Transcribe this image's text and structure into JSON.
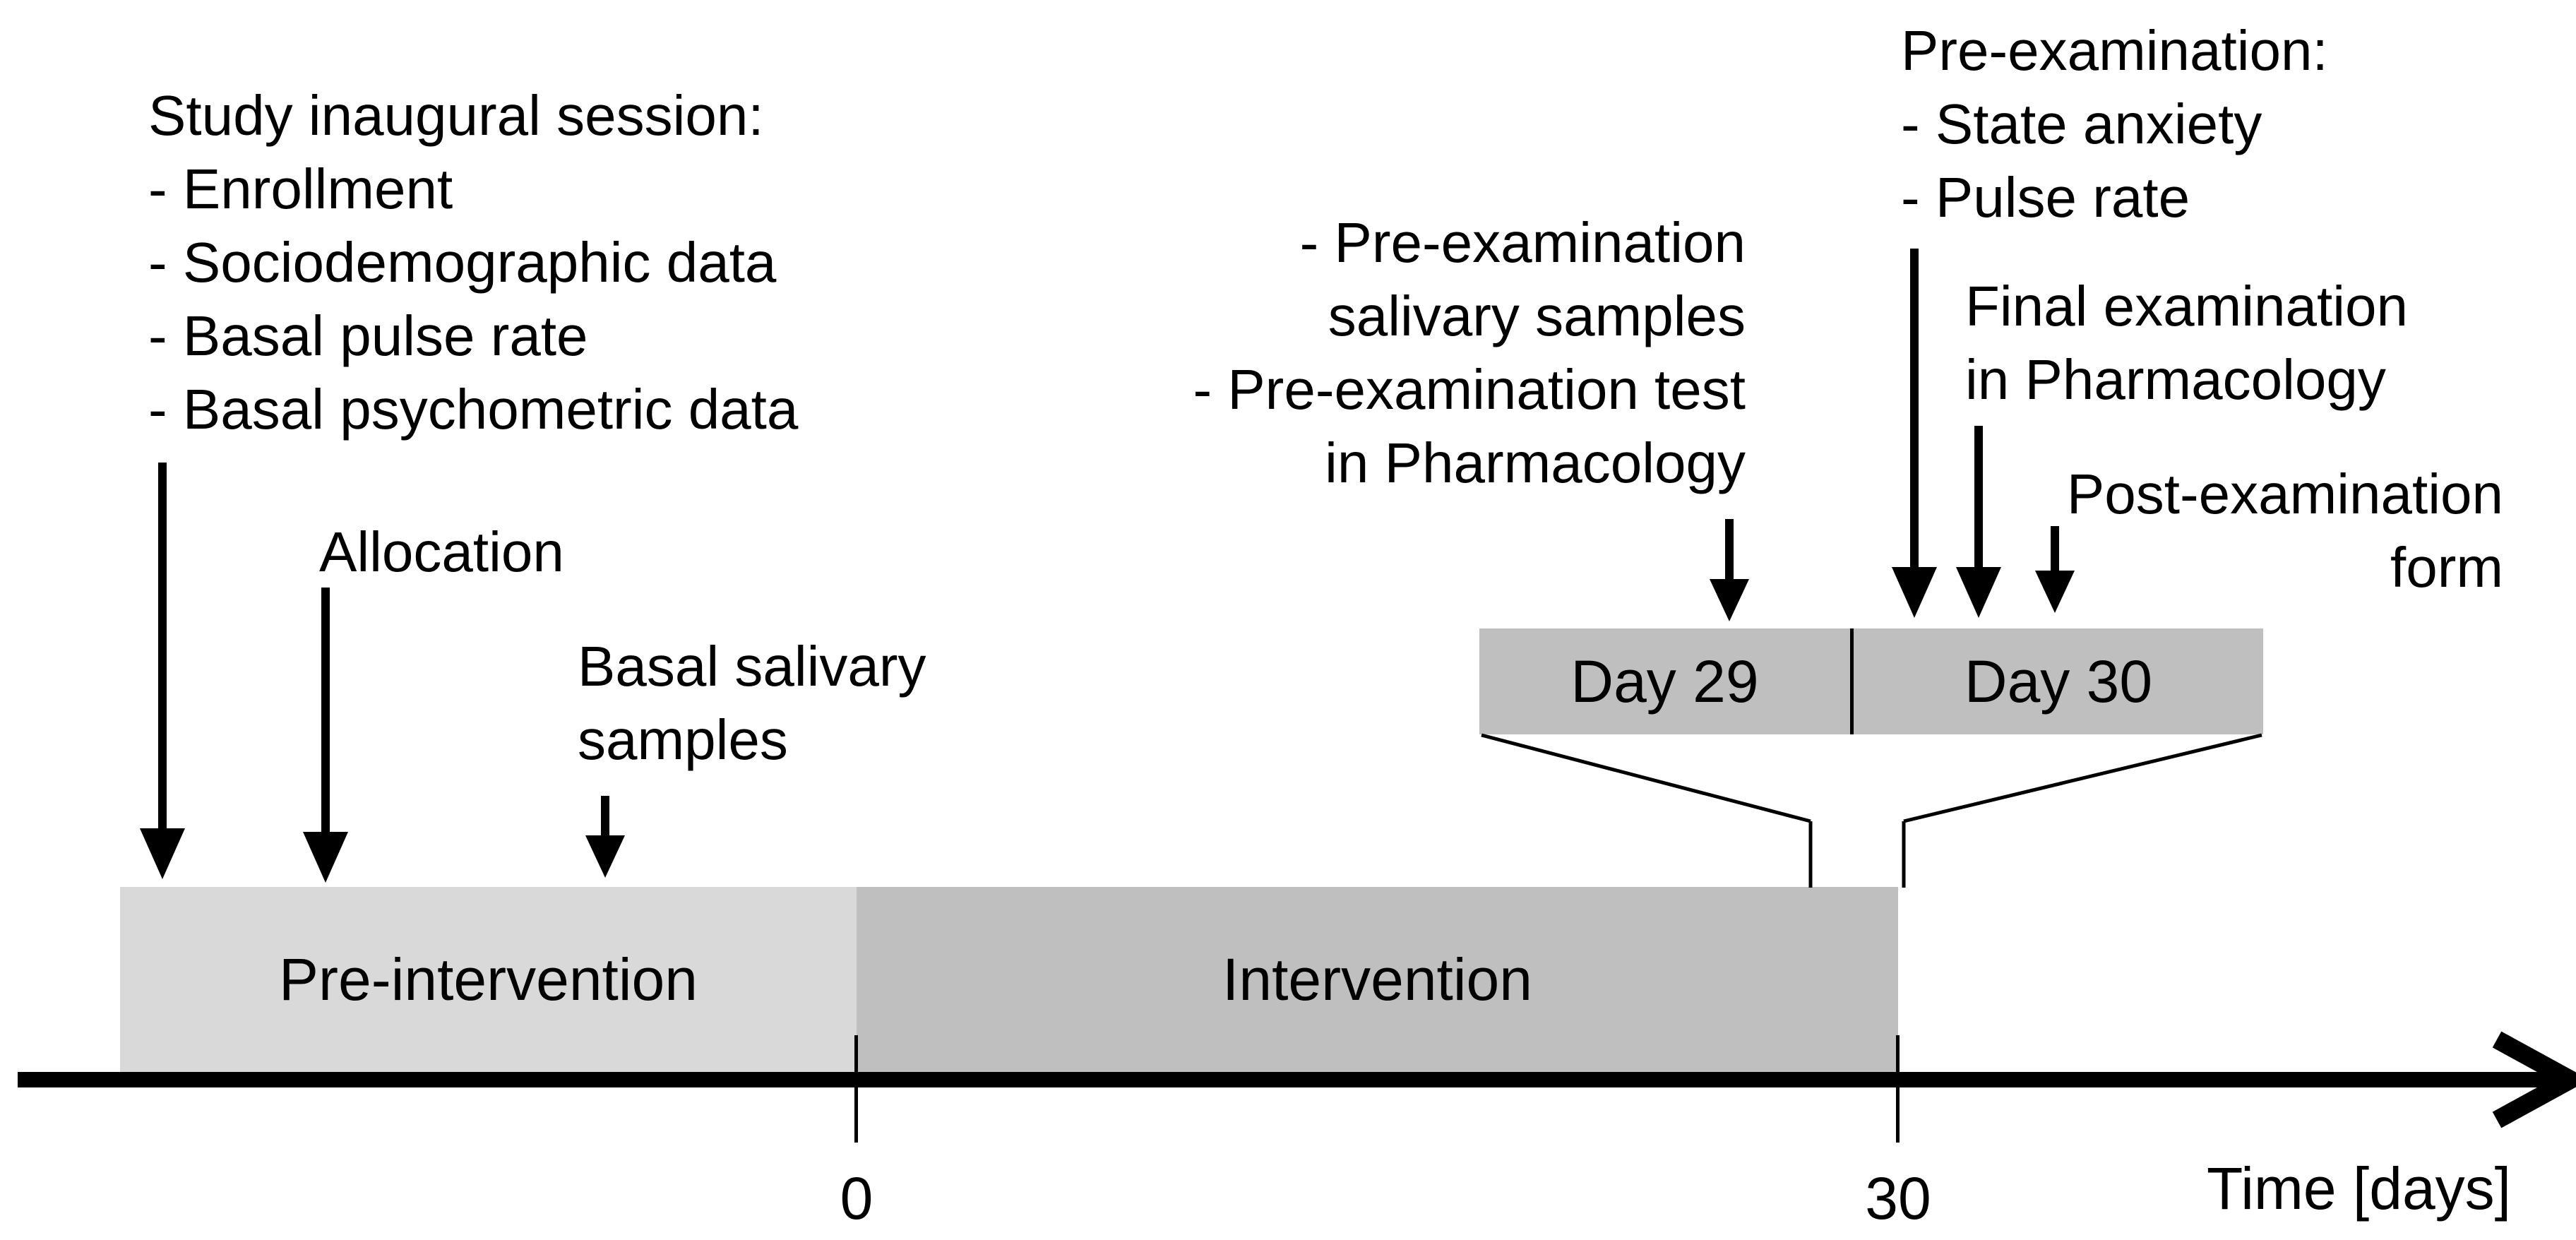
{
  "colors": {
    "pre_intervention_fill": "#d9d9d9",
    "intervention_fill": "#bfbfbf",
    "zoom_box_fill": "#bfbfbf",
    "line_color": "#000000"
  },
  "annotations": {
    "inaugural": {
      "text": "Study inaugural session:\n- Enrollment\n- Sociodemographic data\n- Basal pulse rate\n- Basal psychometric data"
    },
    "allocation": {
      "text": "Allocation"
    },
    "basal_salivary": {
      "text": "Basal salivary\nsamples"
    },
    "pre_exam_day29": {
      "text": "- Pre-examination\nsalivary samples\n- Pre-examination test\nin Pharmacology"
    },
    "pre_exam_day30": {
      "text": "Pre-examination:\n- State anxiety\n- Pulse rate"
    },
    "final_exam": {
      "text": "Final examination\nin Pharmacology"
    },
    "post_exam": {
      "text": "Post-examination\nform"
    }
  },
  "zoom_box": {
    "day29_label": "Day 29",
    "day30_label": "Day 30"
  },
  "timeline": {
    "pre_intervention_label": "Pre-intervention",
    "intervention_label": "Intervention",
    "tick_zero": "0",
    "tick_thirty": "30",
    "axis_label": "Time [days]"
  }
}
